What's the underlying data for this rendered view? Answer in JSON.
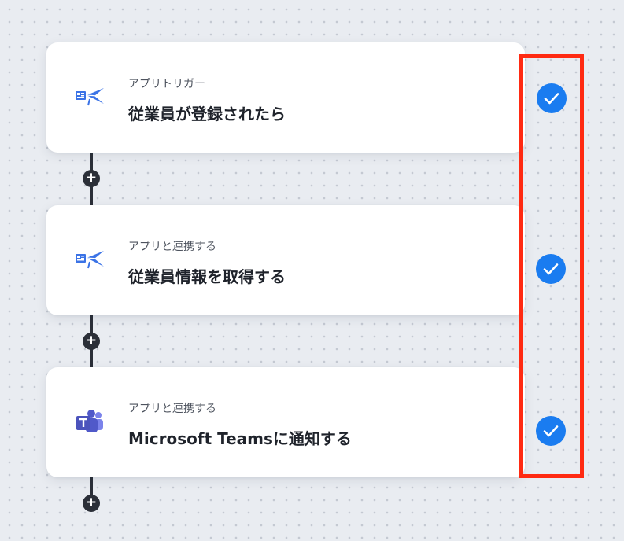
{
  "steps": [
    {
      "label": "アプリトリガー",
      "title": "従業員が登録されたら",
      "icon": "smarthr-app-icon",
      "completed": true
    },
    {
      "label": "アプリと連携する",
      "title": "従業員情報を取得する",
      "icon": "smarthr-app-icon",
      "completed": true
    },
    {
      "label": "アプリと連携する",
      "title": "Microsoft Teamsに通知する",
      "icon": "microsoft-teams-icon",
      "completed": true
    }
  ],
  "add_step_button_label": "+",
  "colors": {
    "check": "#1a7cf0",
    "highlight": "#ff2a12",
    "connector": "#2b2f38",
    "teams": "#5059c9",
    "app_icon_blue": "#3b73e6"
  }
}
